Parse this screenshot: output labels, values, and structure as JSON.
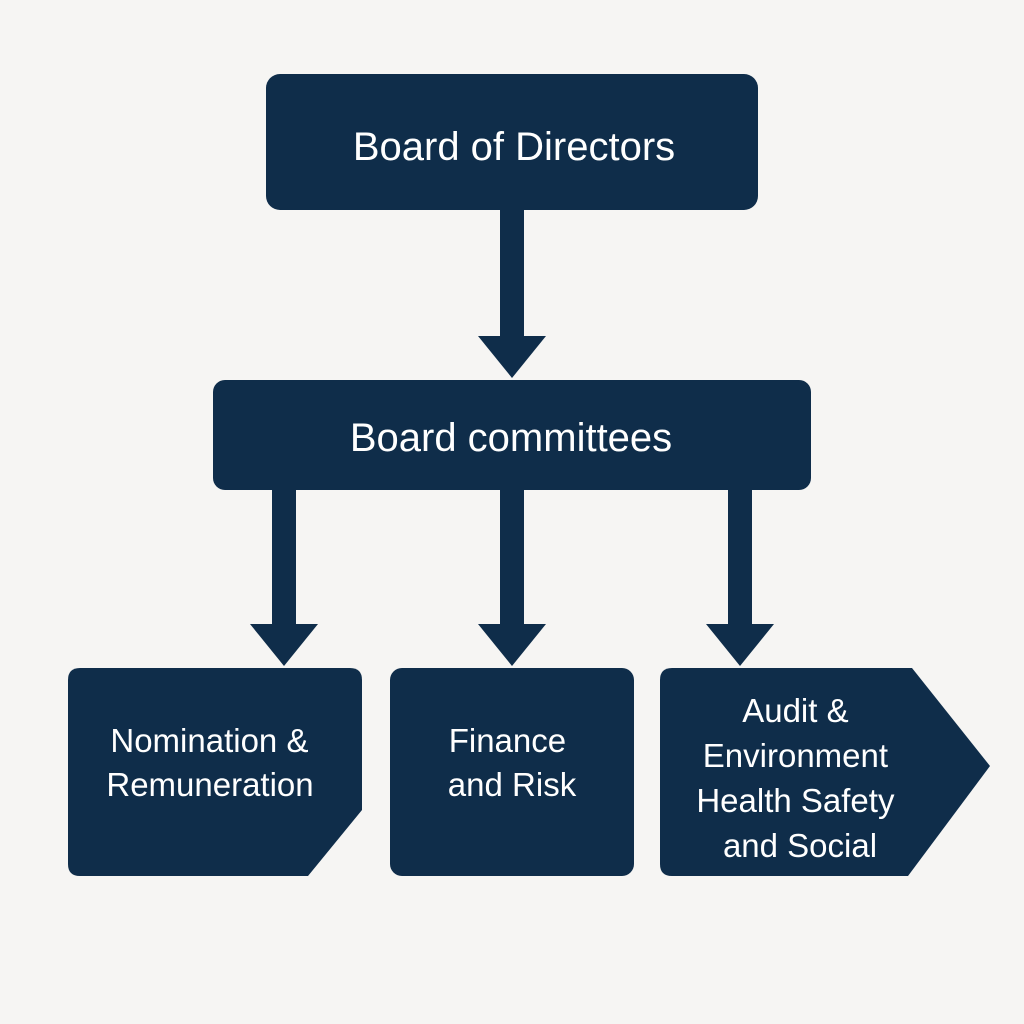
{
  "colors": {
    "background": "#f6f5f3",
    "node_fill": "#0f2d4a",
    "text": "#ffffff"
  },
  "diagram": {
    "root": {
      "label": "Board of Directors"
    },
    "middle": {
      "label": "Board committees"
    },
    "committees": [
      {
        "lines": [
          "Nomination &",
          "Remuneration"
        ]
      },
      {
        "lines": [
          "Finance",
          "and Risk"
        ]
      },
      {
        "lines": [
          "Audit &",
          "Environment",
          "Health Safety",
          "and Social"
        ]
      }
    ]
  }
}
